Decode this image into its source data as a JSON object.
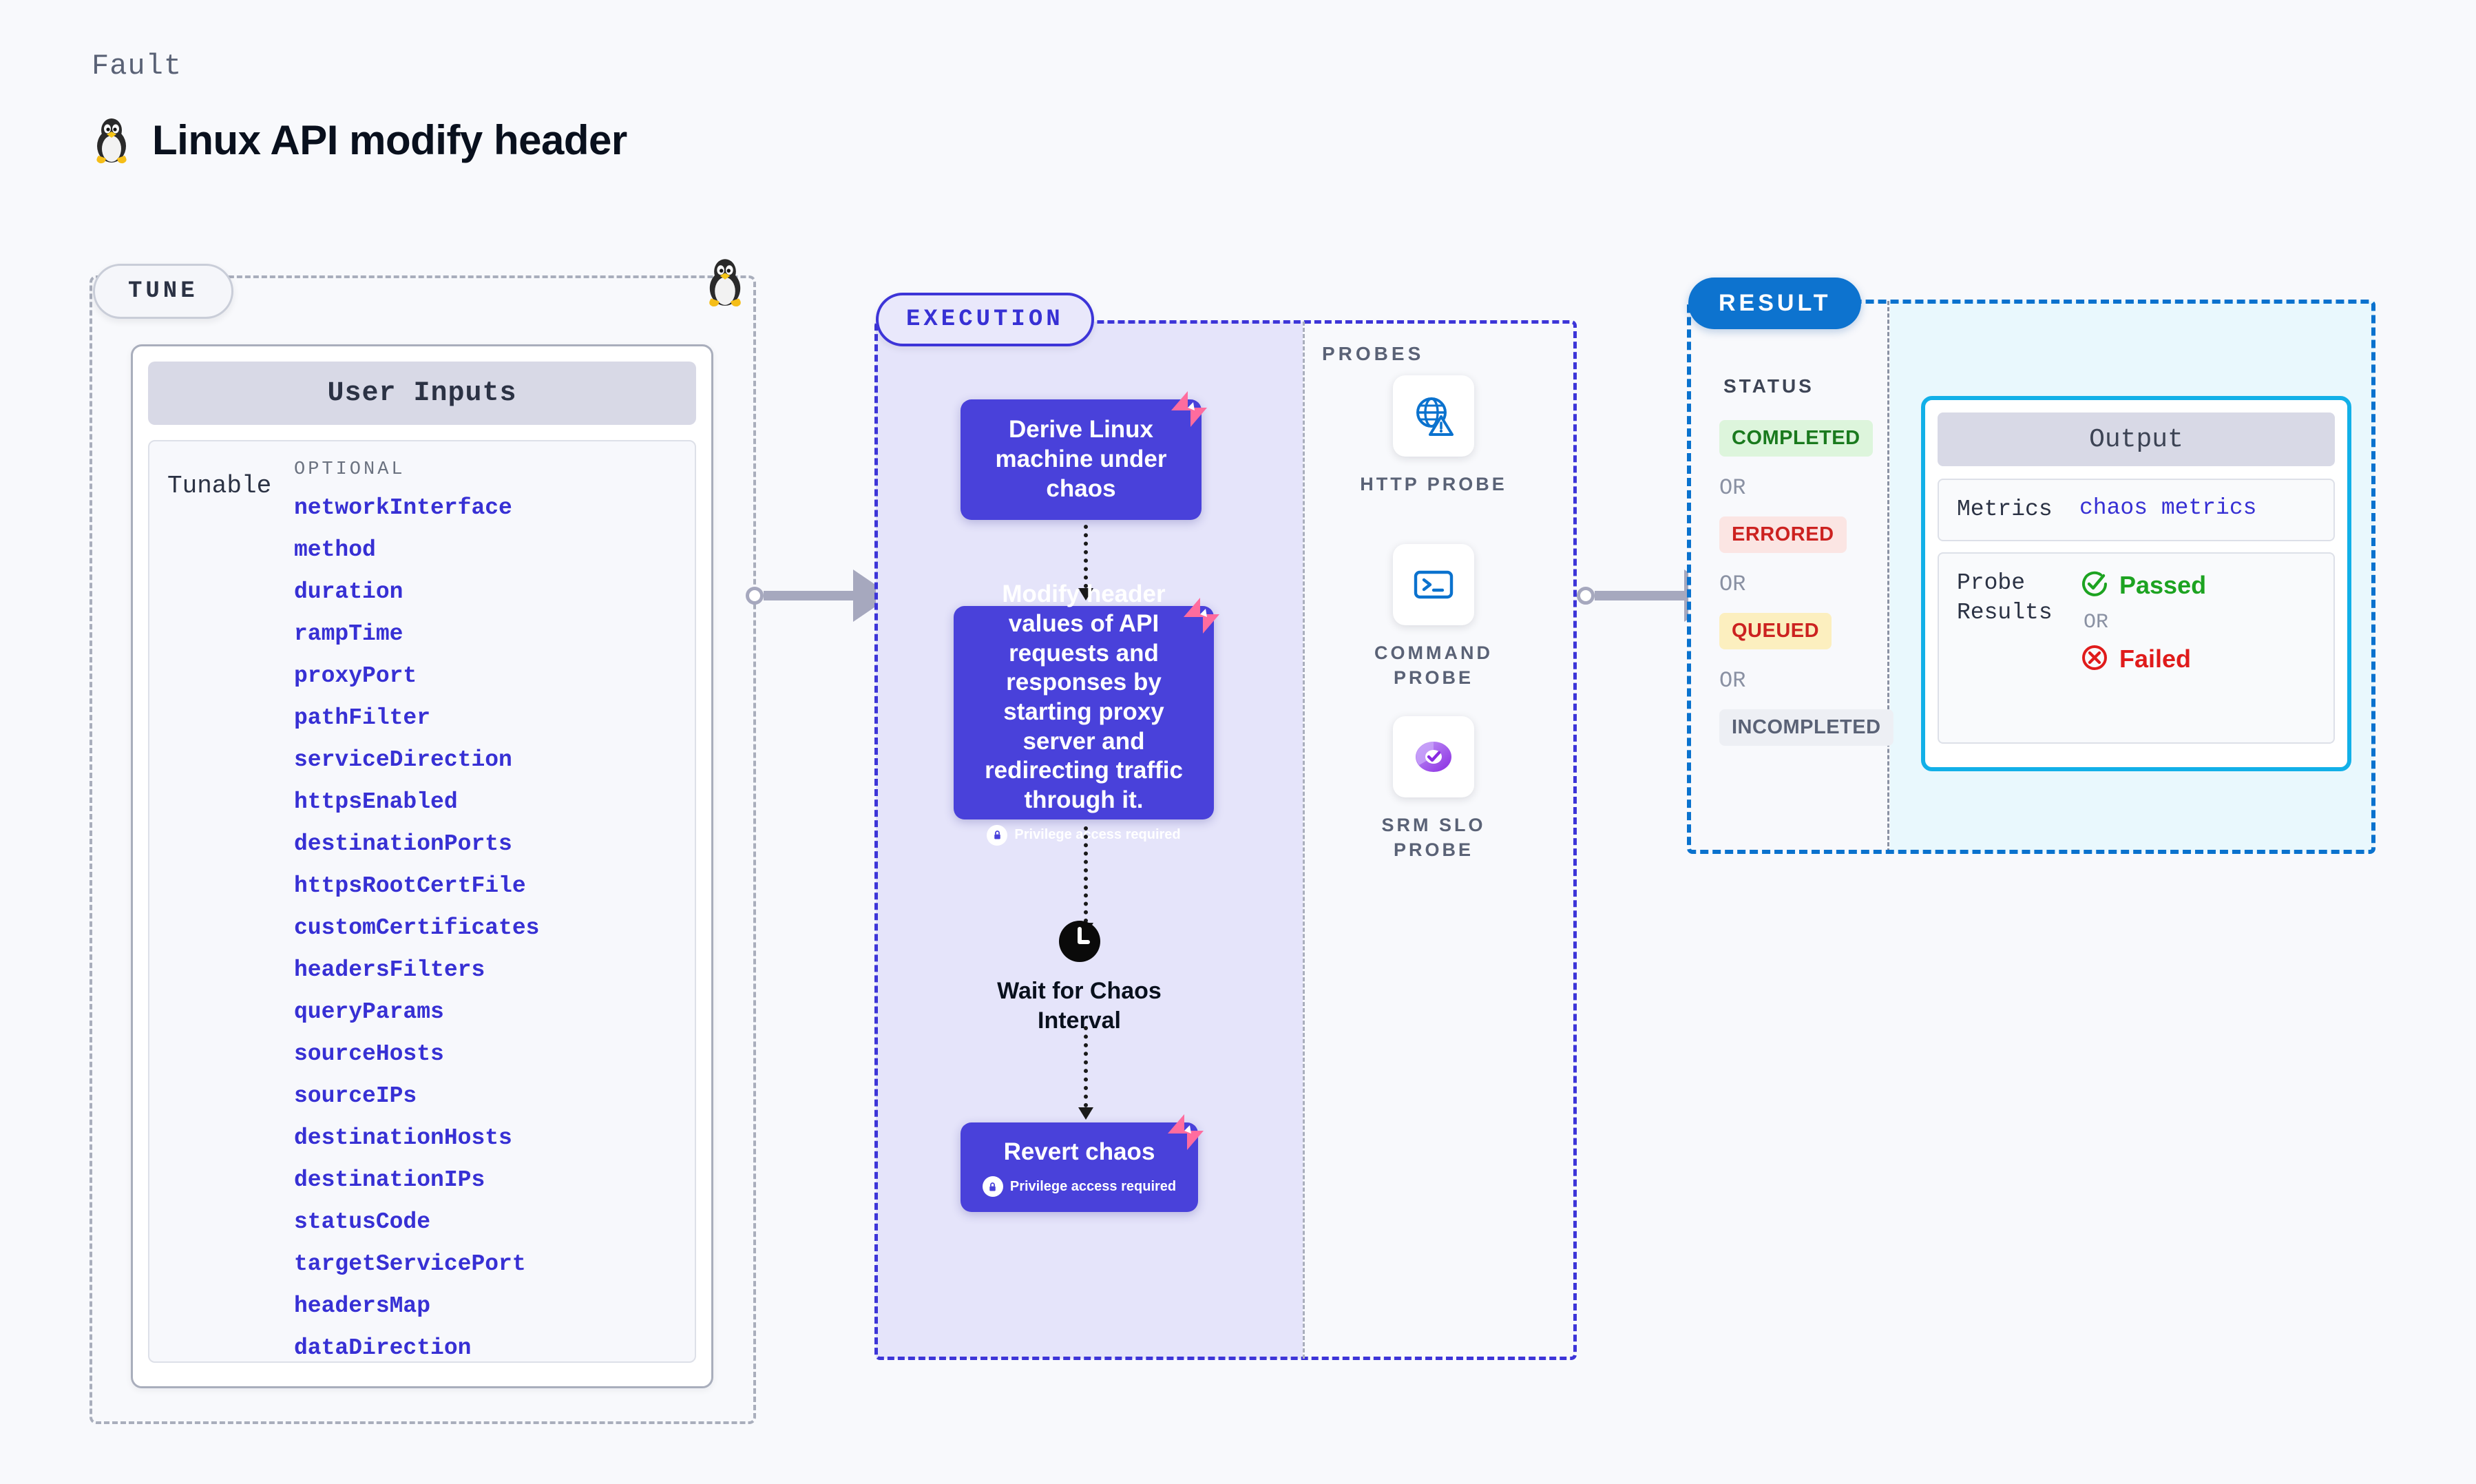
{
  "header": {
    "kicker": "Fault",
    "title": "Linux API modify header",
    "os_icon": "linux-penguin-icon"
  },
  "tune": {
    "badge": "TUNE",
    "corner_icon": "linux-penguin-icon",
    "user_inputs_title": "User Inputs",
    "tunable_label": "Tunable",
    "optional_label": "OPTIONAL",
    "tunables": [
      "networkInterface",
      "method",
      "duration",
      "rampTime",
      "proxyPort",
      "pathFilter",
      "serviceDirection",
      "httpsEnabled",
      "destinationPorts",
      "httpsRootCertFile",
      "customCertificates",
      "headersFilters",
      "queryParams",
      "sourceHosts",
      "sourceIPs",
      "destinationHosts",
      "destinationIPs",
      "statusCode",
      "targetServicePort",
      "headersMap",
      "dataDirection"
    ]
  },
  "execution": {
    "badge": "EXECUTION",
    "nodes": [
      {
        "text": "Derive Linux machine under chaos",
        "privilege": null,
        "ribbon": true
      },
      {
        "text": "Modify header values of API requests and responses by starting proxy server and redirecting traffic through it.",
        "privilege": "Privilege access required",
        "ribbon": true
      },
      {
        "text": "Revert chaos",
        "privilege": "Privilege access required",
        "ribbon": true
      }
    ],
    "wait_step": {
      "icon": "clock-icon",
      "label": "Wait for Chaos Interval"
    }
  },
  "probes": {
    "title": "PROBES",
    "items": [
      {
        "label": "HTTP PROBE",
        "icon": "globe-warning-icon"
      },
      {
        "label": "COMMAND PROBE",
        "icon": "terminal-icon"
      },
      {
        "label": "SRM SLO PROBE",
        "icon": "slo-donut-check-icon"
      }
    ]
  },
  "result": {
    "badge": "RESULT",
    "status_title": "STATUS",
    "or_label": "OR",
    "statuses": [
      {
        "label": "COMPLETED",
        "bg": "#DDF5DC",
        "color": "#1A7A1E"
      },
      {
        "label": "ERRORED",
        "bg": "#FBE5E3",
        "color": "#CC2220"
      },
      {
        "label": "QUEUED",
        "bg": "#FCEFBF",
        "color": "#CC2220"
      },
      {
        "label": "INCOMPLETED",
        "bg": "#EDEFF4",
        "color": "#5A6276"
      }
    ],
    "output": {
      "title": "Output",
      "metrics_key": "Metrics",
      "metrics_value": "chaos metrics",
      "probe_results_key": "Probe Results",
      "passed_label": "Passed",
      "failed_label": "Failed",
      "or_label": "OR"
    }
  },
  "colors": {
    "page_bg": "#F8F9FC",
    "node_purple": "#4941DA",
    "execution_fill": "#E5E4FA",
    "execution_dash": "#3D35D8",
    "result_dash": "#0A72CE",
    "result_fill": "#E9F8FD",
    "output_border": "#12B0E8",
    "tunable_text": "#3730D4",
    "ribbon_pink": "#FF6C9E"
  }
}
